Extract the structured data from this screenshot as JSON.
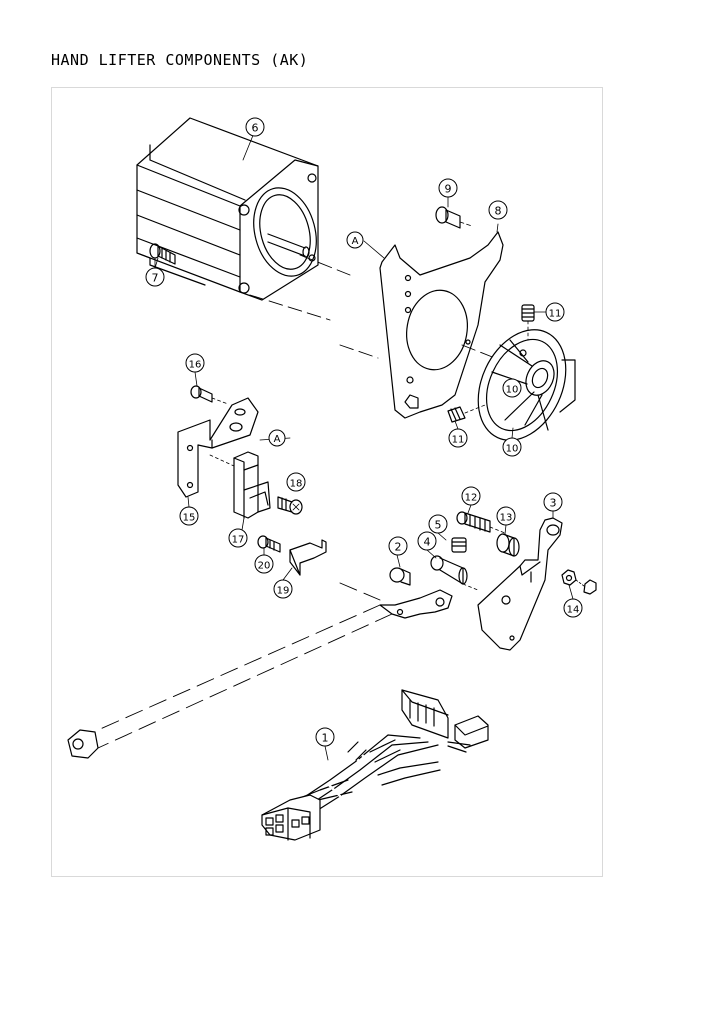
{
  "title": "HAND LIFTER COMPONENTS (AK)",
  "callouts": [
    {
      "id": "c6",
      "label": "6"
    },
    {
      "id": "c7",
      "label": "7"
    },
    {
      "id": "c9",
      "label": "9"
    },
    {
      "id": "c8",
      "label": "8"
    },
    {
      "id": "cA1",
      "label": "A"
    },
    {
      "id": "c11a",
      "label": "11"
    },
    {
      "id": "c10a",
      "label": "10"
    },
    {
      "id": "c11b",
      "label": "11"
    },
    {
      "id": "c10b",
      "label": "10"
    },
    {
      "id": "c16",
      "label": "16"
    },
    {
      "id": "cA2",
      "label": "A"
    },
    {
      "id": "c18",
      "label": "18"
    },
    {
      "id": "c15",
      "label": "15"
    },
    {
      "id": "c17",
      "label": "17"
    },
    {
      "id": "c12",
      "label": "12"
    },
    {
      "id": "c3",
      "label": "3"
    },
    {
      "id": "c5",
      "label": "5"
    },
    {
      "id": "c13",
      "label": "13"
    },
    {
      "id": "c4",
      "label": "4"
    },
    {
      "id": "c2",
      "label": "2"
    },
    {
      "id": "c20",
      "label": "20"
    },
    {
      "id": "c19",
      "label": "19"
    },
    {
      "id": "c14",
      "label": "14"
    },
    {
      "id": "c1",
      "label": "1"
    }
  ]
}
